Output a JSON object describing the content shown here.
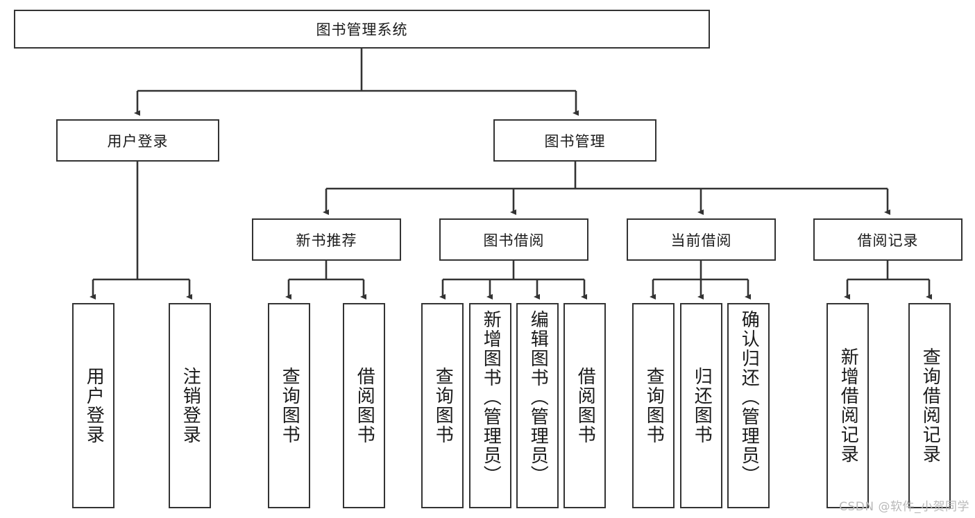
{
  "diagram": {
    "title": "图书管理系统",
    "type": "hierarchy-tree",
    "watermark": "CSDN @软件_小贺同学",
    "colors": {
      "stroke": "#333333",
      "fill": "#ffffff",
      "text": "#1a1a1a",
      "watermark": "#b9b9b9"
    },
    "root": {
      "label": "图书管理系统",
      "orientation": "horizontal"
    },
    "level2": [
      {
        "label": "用户登录",
        "orientation": "horizontal"
      },
      {
        "label": "图书管理",
        "orientation": "horizontal"
      }
    ],
    "level3": [
      {
        "label": "新书推荐",
        "orientation": "horizontal"
      },
      {
        "label": "图书借阅",
        "orientation": "horizontal"
      },
      {
        "label": "当前借阅",
        "orientation": "horizontal"
      },
      {
        "label": "借阅记录",
        "orientation": "horizontal"
      }
    ],
    "leaves": {
      "user_login": [
        {
          "label": "用户登录",
          "orientation": "vertical"
        },
        {
          "label": "注销登录",
          "orientation": "vertical"
        }
      ],
      "new_book_recommend": [
        {
          "label": "查询图书",
          "orientation": "vertical"
        },
        {
          "label": "借阅图书",
          "orientation": "vertical"
        }
      ],
      "book_borrow": [
        {
          "label": "查询图书",
          "orientation": "vertical"
        },
        {
          "label": "新增图书（管理员）",
          "orientation": "vertical"
        },
        {
          "label": "编辑图书（管理员）",
          "orientation": "vertical"
        },
        {
          "label": "借阅图书",
          "orientation": "vertical"
        }
      ],
      "current_borrow": [
        {
          "label": "查询图书",
          "orientation": "vertical"
        },
        {
          "label": "归还图书",
          "orientation": "vertical"
        },
        {
          "label": "确认归还（管理员）",
          "orientation": "vertical"
        }
      ],
      "borrow_record": [
        {
          "label": "新增借阅记录",
          "orientation": "vertical"
        },
        {
          "label": "查询借阅记录",
          "orientation": "vertical"
        }
      ]
    }
  }
}
